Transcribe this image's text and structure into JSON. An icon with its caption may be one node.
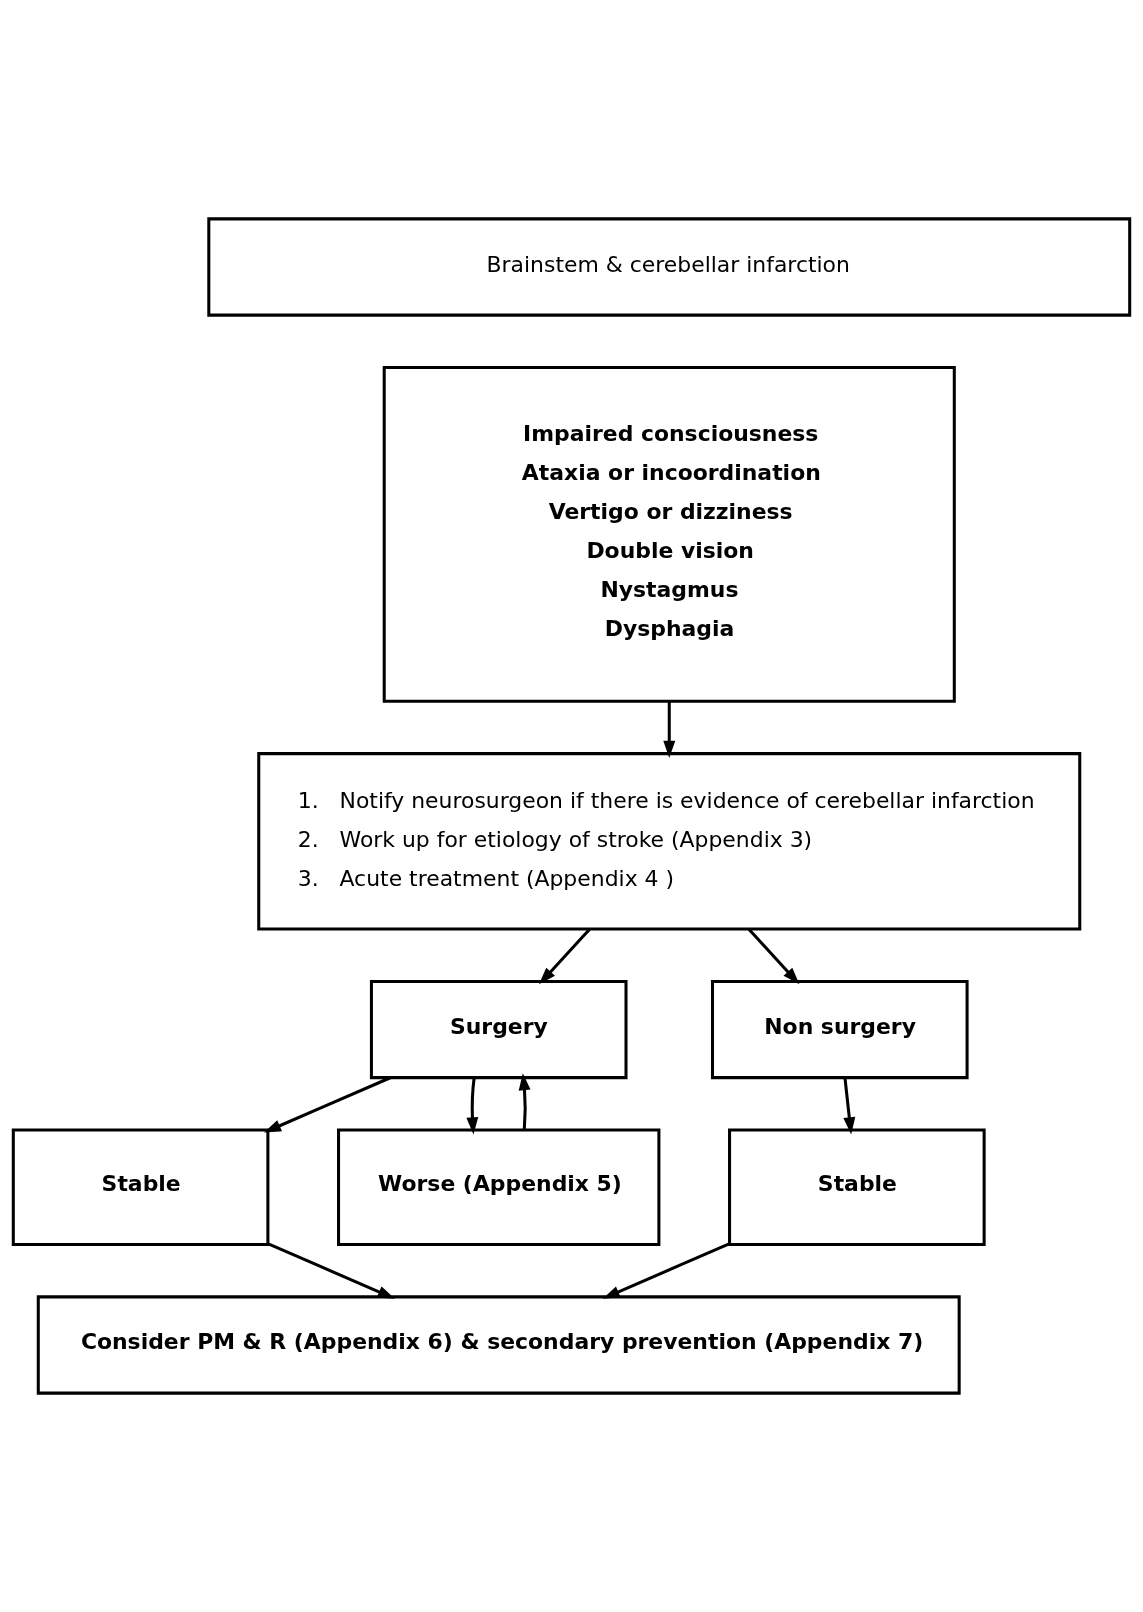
{
  "diagram": {
    "nodes": [
      {
        "text": [
          "Brainstem & cerebellar infarction"
        ]
      },
      {
        "text": [
          "Impaired consciousness",
          "Ataxia or incoordination",
          "Vertigo or dizziness",
          "Double vision",
          "Nystagmus",
          "Dysphagia"
        ]
      },
      {
        "text": [
          "1.   Notify neurosurgeon if there is evidence of cerebellar infarction",
          "2.   Work up for etiology of stroke (Appendix 3)",
          "3.   Acute treatment (Appendix 4 )"
        ]
      },
      {
        "text": [
          "Surgery"
        ]
      },
      {
        "text": [
          "Non surgery"
        ]
      },
      {
        "text": [
          "Stable"
        ]
      },
      {
        "text": [
          "Worse (Appendix 5)"
        ]
      },
      {
        "text": [
          "Stable"
        ]
      },
      {
        "text": [
          "Consider PM & R (Appendix 6) & secondary prevention (Appendix 7)"
        ]
      }
    ],
    "edges": [
      {
        "from": 1,
        "to": 2,
        "arrow": "to"
      },
      {
        "from": 2,
        "to": 3,
        "arrow": "to"
      },
      {
        "from": 2,
        "to": 4,
        "arrow": "to"
      },
      {
        "from": 3,
        "to": 5,
        "arrow": "to"
      },
      {
        "from": 3,
        "to": 6,
        "arrow": "to"
      },
      {
        "from": 6,
        "to": 3,
        "arrow": "to"
      },
      {
        "from": 4,
        "to": 7,
        "arrow": "to"
      },
      {
        "from": 5,
        "to": 8,
        "arrow": "to"
      },
      {
        "from": 7,
        "to": 8,
        "arrow": "to"
      }
    ]
  }
}
